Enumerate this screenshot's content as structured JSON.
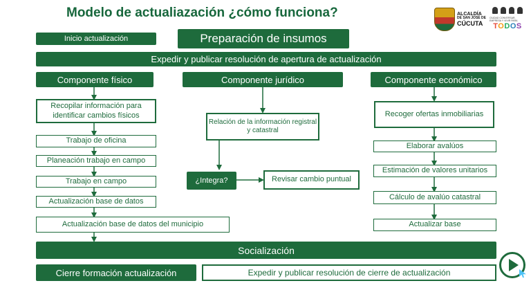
{
  "header": {
    "title": "Modelo de actualiazación ¿cómo funciona?",
    "logo_left_text": [
      "ALCALDÍA",
      "DE SAN JOSÉ DE",
      "CÚCUTA"
    ],
    "logo_right_sub": "CIUDAD CONVERSAR, EMPRESA Y VIVIR PARA",
    "logo_right_letters": [
      "T",
      "O",
      "D",
      "O",
      "S"
    ]
  },
  "diagram": {
    "inicio": "Inicio actualización",
    "preparacion": "Preparación de insumos",
    "expedir_apertura": "Expedir y publicar resolución de apertura de actualización",
    "fisico": {
      "header": "Componente físico",
      "recopilar": "Recopilar información para identificar cambios físicos",
      "steps": [
        "Trabajo de oficina",
        "Planeación trabajo en campo",
        "Trabajo en campo",
        "Actualización base de datos"
      ],
      "municipio": "Actualización base de datos del municipio"
    },
    "juridico": {
      "header": "Componente jurídico",
      "relacion": "Relación de la información registral y catastral",
      "integra": "¿Integra?",
      "revisar": "Revisar cambio puntual"
    },
    "economico": {
      "header": "Componente económico",
      "recoger": "Recoger ofertas inmobiliarias",
      "steps": [
        "Elaborar avalúos",
        "Estimación de valores unitarios",
        "Cálculo de avalúo catastral",
        "Actualizar base"
      ]
    },
    "socializacion": "Socialización",
    "cierre": "Cierre formación actualización",
    "expedir_cierre": "Expedir y publicar resolución de cierre de actualización"
  },
  "colors": {
    "primary": "#1e6b3c",
    "title": "#17673c"
  }
}
